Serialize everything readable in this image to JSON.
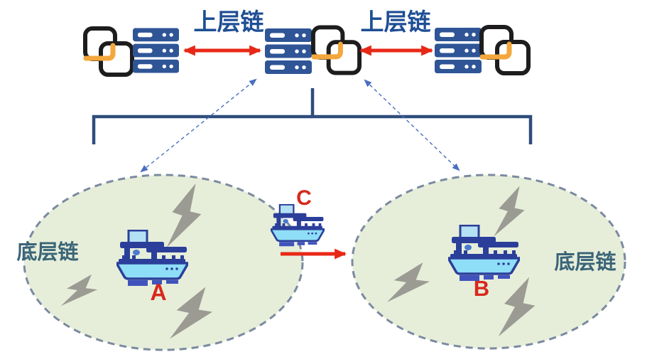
{
  "upper_layer": {
    "label_left_link": "上层链",
    "label_right_link": "上层链"
  },
  "lower_layer": {
    "left_label": "底层链",
    "right_label": "底层链"
  },
  "ships": {
    "a": "A",
    "b": "B",
    "c": "C"
  },
  "icons": {
    "server": "server-stack-icon",
    "chain": "chain-link-icon",
    "ship": "ship-icon",
    "bolt": "lightning-bolt-icon",
    "bracket": "anchor-bracket",
    "red_arrow": "red-double-arrow",
    "dashed_arrow": "dashed-link-arrow"
  },
  "colors": {
    "server_blue": "#2f5597",
    "chain_black": "#1d1d1d",
    "link_orange": "#f3a73c",
    "arrow_red": "#e82817",
    "label_red": "#d8281c",
    "upper_label_blue": "#1e4e94",
    "bracket_navy": "#2e4d7c",
    "dashed_blue": "#4a6fc0",
    "ellipse_fill": "#e6eeda",
    "ellipse_border": "#7b8aa0",
    "lower_label_teal": "#3a6478",
    "ship_cyan": "#8fdef7",
    "ship_navy": "#2b3f9a",
    "bolt_gray": "#9b9b93"
  }
}
